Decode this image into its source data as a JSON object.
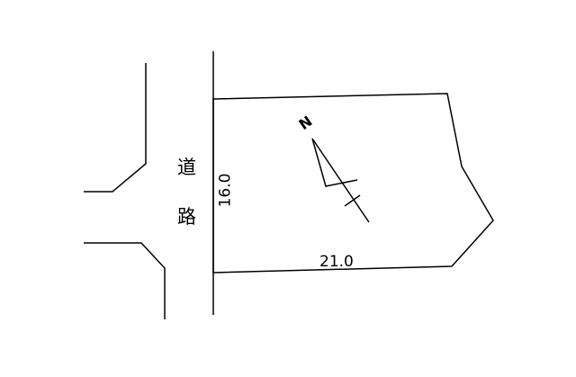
{
  "road_label_1": "道",
  "road_label_2": "路",
  "frontage_dimension": "16.0",
  "depth_dimension": "21.0",
  "north_label": "N"
}
